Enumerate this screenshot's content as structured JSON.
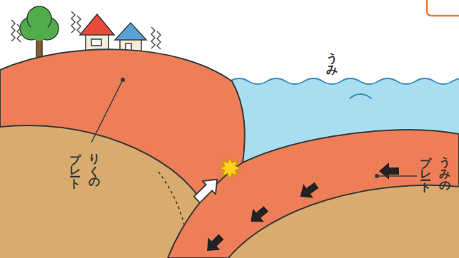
{
  "diagram": {
    "labels": [
      "うみ",
      "りくの プレート",
      "うみの プレート"
    ]
  }
}
